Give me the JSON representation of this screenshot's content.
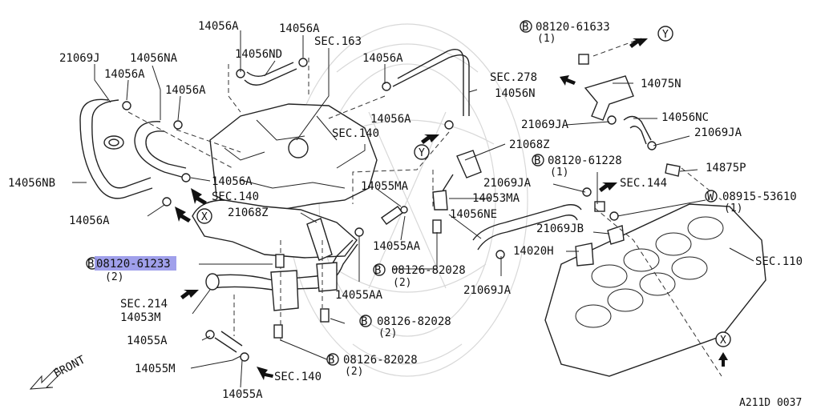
{
  "diagram": {
    "labels": {
      "p14056A_1": "14056A",
      "p14056A_2": "14056A",
      "p14056ND": "14056ND",
      "sec163": "SEC.163",
      "p21069J": "21069J",
      "p14056NA": "14056NA",
      "p14056A_3": "14056A",
      "p14056A_4": "14056A",
      "p14056A_5": "14056A",
      "sec278": "SEC.278",
      "p14056N": "14056N",
      "sec140_top": "SEC.140",
      "p14056A_6": "14056A",
      "p14056NB": "14056NB",
      "p14056A_7": "14056A",
      "sec140_mid": "SEC.140",
      "p14056A_8": "14056A",
      "p21068Z_1": "21068Z",
      "p21068Z_2": "21068Z",
      "p14055MA": "14055MA",
      "p14053MA": "14053MA",
      "p14055AA_1": "14055AA",
      "p14055AA_2": "14055AA",
      "p14056NE": "14056NE",
      "bolt_08120_61233": "08120-61233",
      "bolt_08120_61233_qty": "(2)",
      "sec214": "SEC.214",
      "p14053M": "14053M",
      "bolt_08126_82028_1": "08126-82028",
      "bolt_08126_82028_1_qty": "(2)",
      "bolt_08126_82028_2": "08126-82028",
      "bolt_08126_82028_2_qty": "(2)",
      "bolt_08126_82028_3": "08126-82028",
      "bolt_08126_82028_3_qty": "(2)",
      "p14055A_1": "14055A",
      "p14055M": "14055M",
      "p14055A_2": "14055A",
      "sec140_bot": "SEC.140",
      "front": "FRONT",
      "bolt_08120_61633": "08120-61633",
      "bolt_08120_61633_qty": "(1)",
      "ref_Y_1": "Y",
      "ref_Y_2": "Y",
      "p14075N": "14075N",
      "p14056NC": "14056NC",
      "p21069JA_1": "21069JA",
      "p21069JA_2": "21069JA",
      "p21069JA_3": "21069JA",
      "p21069JA_4": "21069JA",
      "p14875P": "14875P",
      "bolt_08120_61228": "08120-61228",
      "bolt_08120_61228_qty": "(1)",
      "sec144": "SEC.144",
      "washer_08915_53610": "08915-53610",
      "washer_08915_53610_qty": "(1)",
      "p21069JB": "21069JB",
      "p14020H": "14020H",
      "sec110": "SEC.110",
      "ref_X_1": "X",
      "ref_X_2": "X",
      "badge_B": "B",
      "badge_W": "W",
      "diagram_code": "A211D 0037"
    },
    "colors": {
      "ink": "#111111",
      "highlight": "#8f8fe8",
      "watermark": "#d8d8d8"
    }
  }
}
